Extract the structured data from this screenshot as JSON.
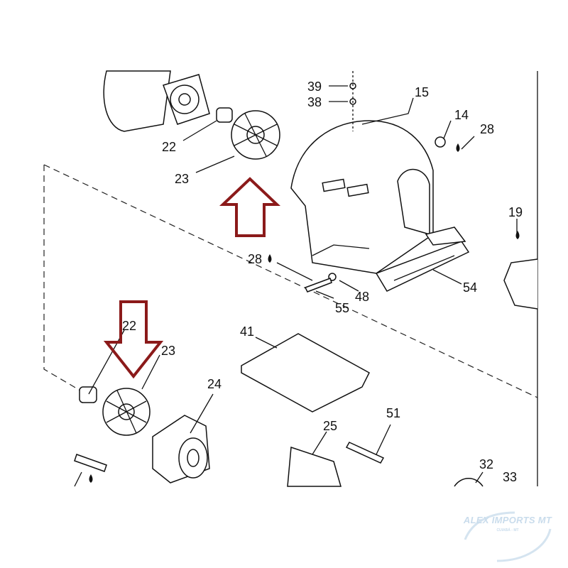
{
  "diagram": {
    "labels": {
      "l39": "39",
      "l38": "38",
      "l15": "15",
      "l14": "14",
      "l28a": "28",
      "l22a": "22",
      "l23a": "23",
      "l19": "19",
      "l28b": "28",
      "l54": "54",
      "l55": "55",
      "l48": "48",
      "l22b": "22",
      "l23b": "23",
      "l41": "41",
      "l24": "24",
      "l25": "25",
      "l51": "51",
      "l32": "32",
      "l33": "33"
    },
    "highlight_color": "#8b1a1a"
  },
  "watermark": {
    "title": "ALEX IMPORTS MT",
    "subtitle": "CUIABÁ - MT"
  }
}
